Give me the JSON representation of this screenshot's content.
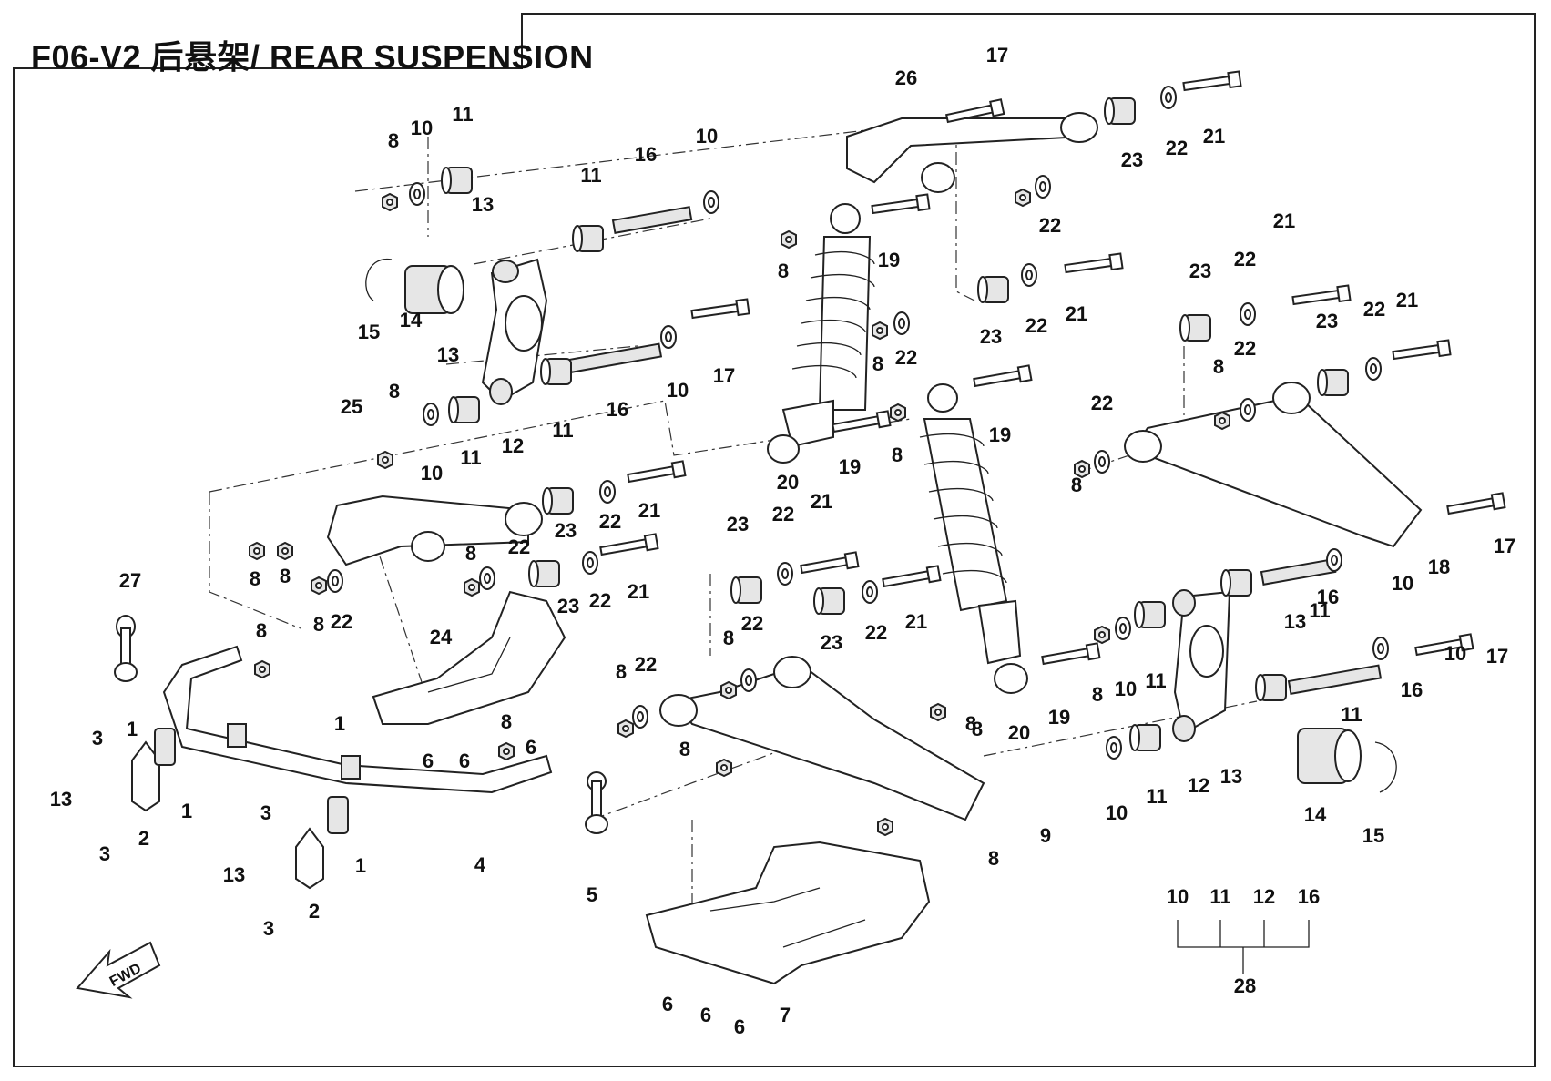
{
  "title": "F06-V2 后悬架/ REAR SUSPENSION",
  "fwd_label": "FWD",
  "callouts": [
    "1",
    "2",
    "3",
    "4",
    "5",
    "6",
    "7",
    "8",
    "9",
    "10",
    "11",
    "12",
    "13",
    "14",
    "15",
    "16",
    "17",
    "18",
    "19",
    "20",
    "21",
    "22",
    "23",
    "24",
    "25",
    "26",
    "27",
    "28"
  ],
  "kit_group": {
    "number": "28",
    "members": [
      "10",
      "11",
      "12",
      "16"
    ]
  },
  "colors": {
    "line": "#222222",
    "background": "#ffffff",
    "shade": "#e6e6e6"
  }
}
